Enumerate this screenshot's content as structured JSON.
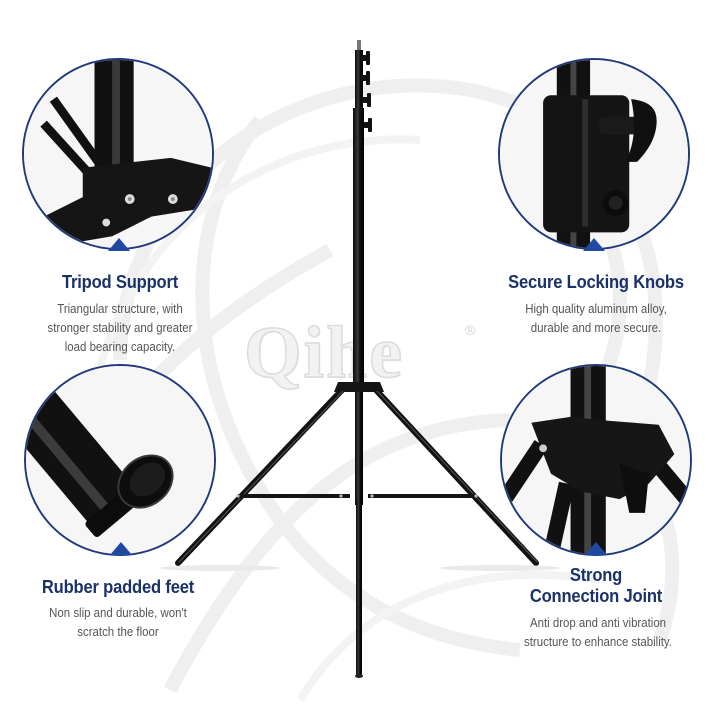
{
  "brand": {
    "name": "Qihe",
    "registered_mark": "®"
  },
  "colors": {
    "title_navy": "#1b3268",
    "circle_border": "#1e3a7a",
    "pointer_blue": "#1f49a3",
    "desc_gray": "#555555",
    "stand_black": "#141414"
  },
  "features": [
    {
      "id": "tripod-support",
      "icon": "tripod-base-closeup",
      "title": "Tripod Support",
      "description_lines": [
        "Triangular structure, with",
        "stronger stability and greater",
        "load bearing capacity."
      ]
    },
    {
      "id": "secure-locking-knobs",
      "icon": "locking-knob-closeup",
      "title": "Secure Locking Knobs",
      "description_lines": [
        "High quality aluminum alloy,",
        "durable and more secure."
      ]
    },
    {
      "id": "rubber-padded-feet",
      "icon": "rubber-foot-closeup",
      "title": "Rubber padded feet",
      "description_lines": [
        "Non slip and durable, won't",
        "scratch the floor"
      ]
    },
    {
      "id": "strong-connection-joint",
      "icon": "connection-joint-closeup",
      "title_lines": [
        "Strong",
        "Connection Joint"
      ],
      "description_lines": [
        "Anti drop and anti vibration",
        "structure to enhance stability."
      ]
    }
  ]
}
